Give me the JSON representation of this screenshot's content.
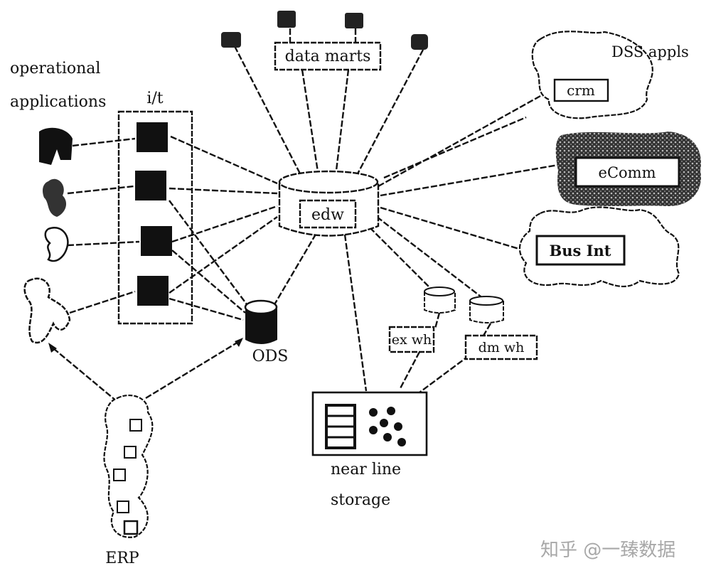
{
  "labels": {
    "operational_1": "operational",
    "operational_2": "applications",
    "it": "i/t",
    "data_marts": "data marts",
    "edw": "edw",
    "ods": "ODS",
    "erp": "ERP",
    "dss": "DSS appls",
    "crm": "crm",
    "ecomm": "eComm",
    "busint": "Bus Int",
    "exwh": "ex wh",
    "dmwh": "dm wh",
    "nearline_1": "near line",
    "nearline_2": "storage"
  },
  "watermark": "知乎 @一臻数据",
  "colors": {
    "ink": "#111111",
    "watermark": "#a8a8a8"
  }
}
